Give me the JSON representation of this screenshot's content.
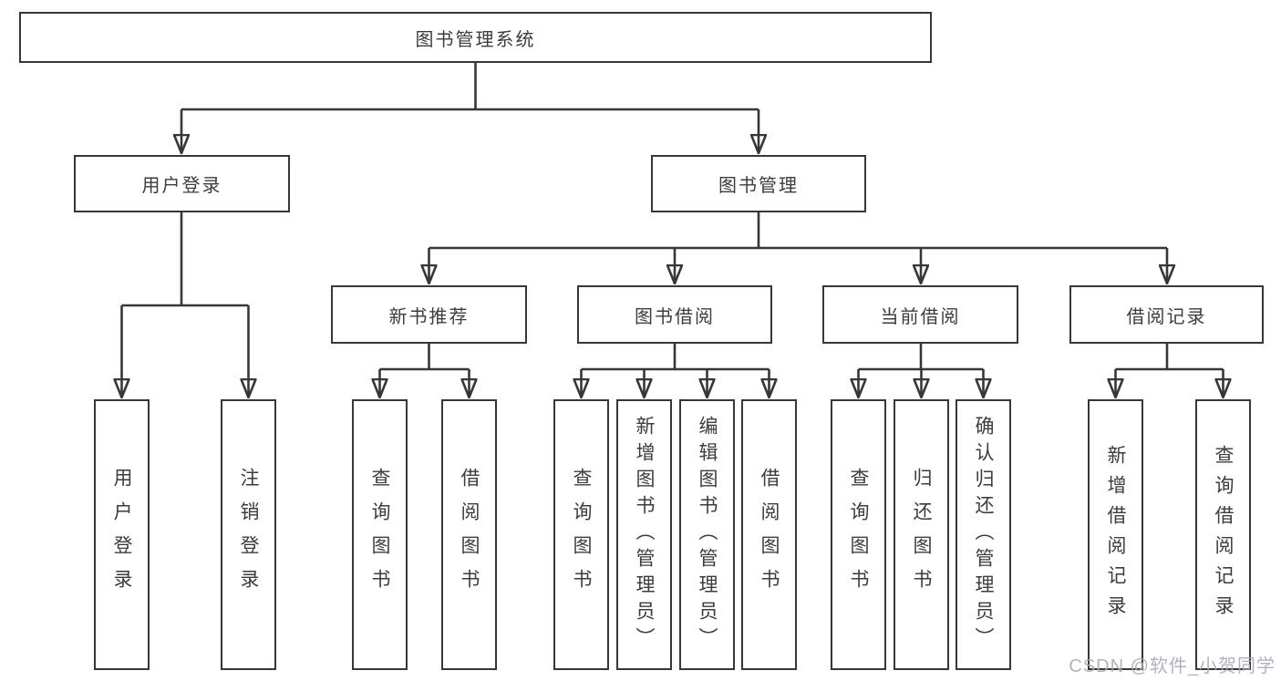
{
  "tree": {
    "label": "图书管理系统",
    "children": [
      {
        "label": "用户登录",
        "leaves": [
          "用户登录",
          "注销登录"
        ]
      },
      {
        "label": "图书管理",
        "children": [
          {
            "label": "新书推荐",
            "leaves": [
              "查询图书",
              "借阅图书"
            ]
          },
          {
            "label": "图书借阅",
            "leaves": [
              "查询图书",
              "新增图书（管理员）",
              "编辑图书（管理员）",
              "借阅图书"
            ]
          },
          {
            "label": "当前借阅",
            "leaves": [
              "查询图书",
              "归还图书",
              "确认归还（管理员）"
            ]
          },
          {
            "label": "借阅记录",
            "leaves": [
              "新增借阅记录",
              "查询借阅记录"
            ]
          }
        ]
      }
    ]
  },
  "watermark": "CSDN @软件_小贺同学",
  "colors": {
    "line": "#373737",
    "box_border": "#373737",
    "text": "#3c3c3c",
    "watermark": "#a6abb5",
    "background": "#ffffff"
  }
}
